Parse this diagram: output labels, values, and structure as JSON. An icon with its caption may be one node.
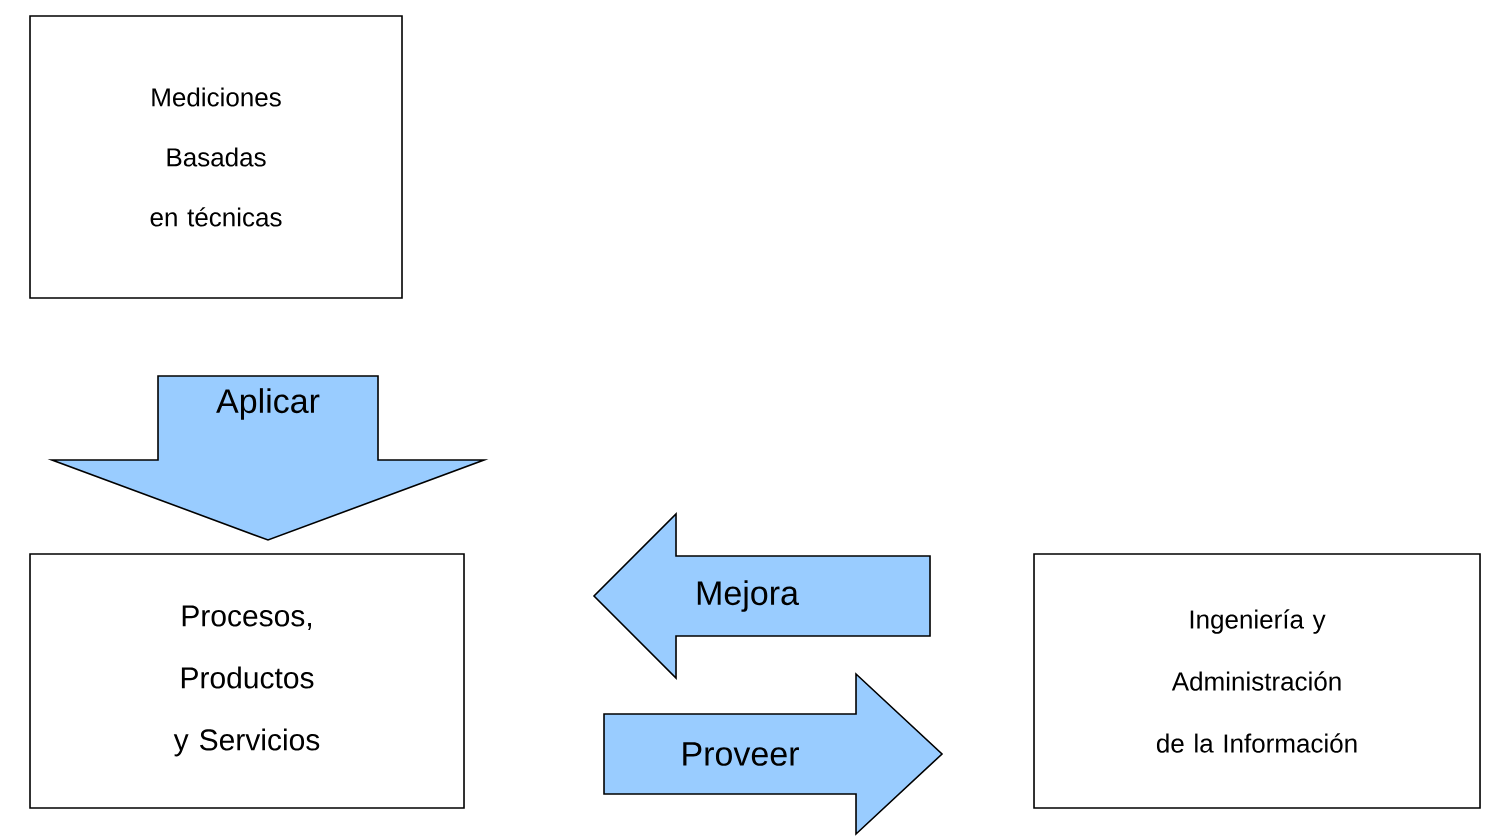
{
  "diagram": {
    "nodes": [
      {
        "text": [
          "Mediciones Basadas en técnicas"
        ]
      },
      {
        "text": [
          "Procesos, Productos y Servicios"
        ]
      },
      {
        "text": [
          "Ingeniería y Administración de la Información"
        ]
      }
    ],
    "edges": [
      {
        "from": 0,
        "to": 1,
        "arrow": "to",
        "label": "Aplicar"
      },
      {
        "from": 2,
        "to": 1,
        "arrow": "to",
        "label": "Mejora"
      },
      {
        "from": 1,
        "to": 2,
        "arrow": "to",
        "label": "Proveer"
      }
    ]
  }
}
